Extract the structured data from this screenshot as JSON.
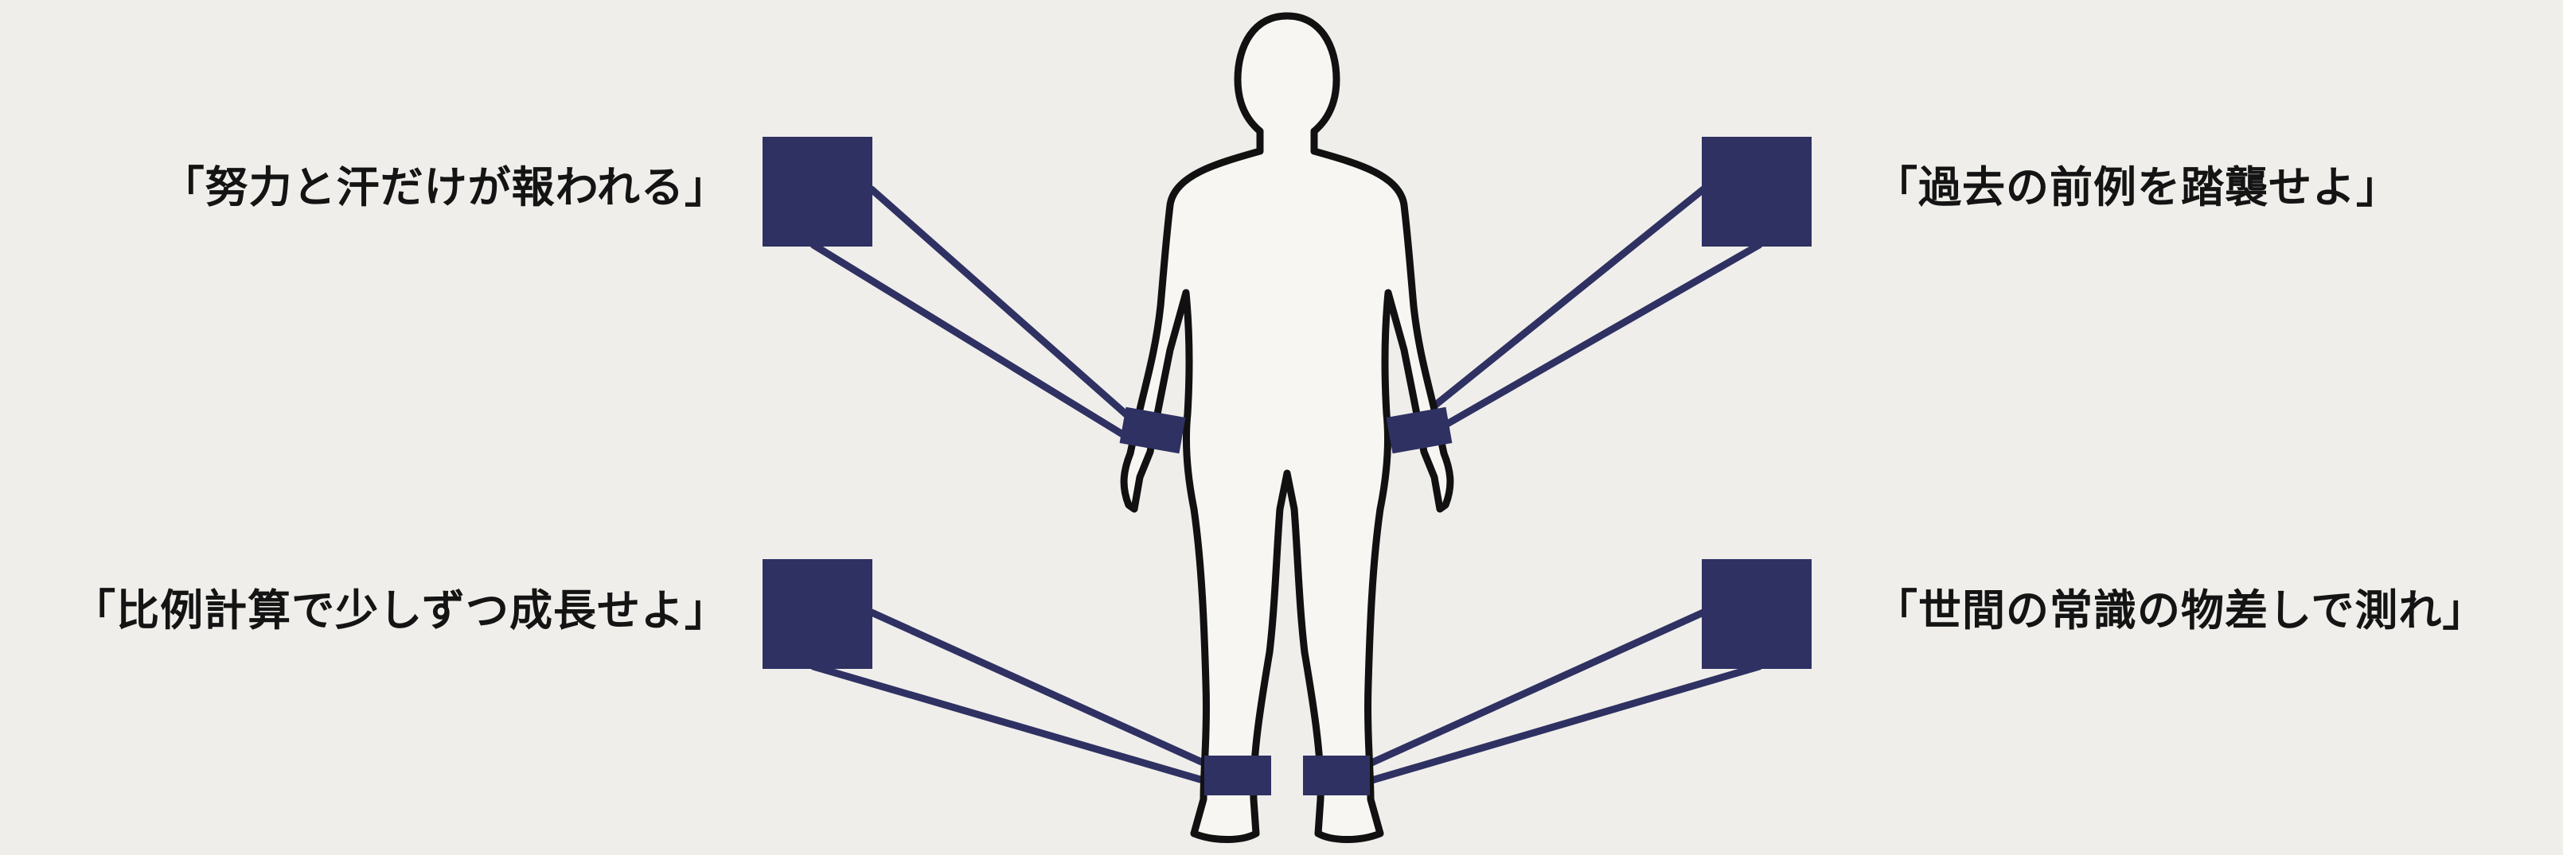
{
  "labels": {
    "top_left": "「努力と汗だけが報われる」",
    "bottom_left": "「比例計算で少しずつ成長せよ」",
    "top_right": "「過去の前例を踏襲せよ」",
    "bottom_right": "「世間の常識の物差しで測れ」"
  },
  "colors": {
    "background": "#efeeea",
    "weight": "#2f3163",
    "outline": "#111111",
    "text": "#141414"
  }
}
